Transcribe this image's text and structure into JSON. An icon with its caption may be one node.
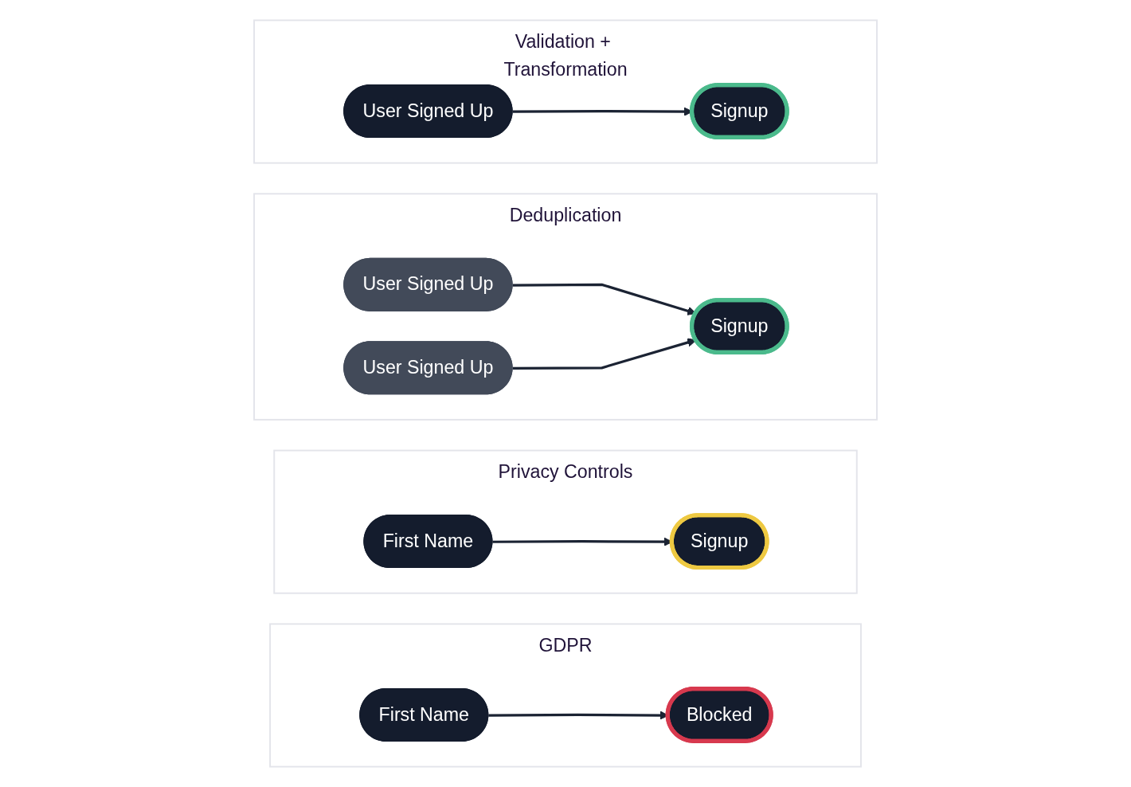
{
  "diagram": {
    "nodes": [
      {
        "text": [
          "Validation + Transformation"
        ]
      },
      {
        "text": [
          "User Signed Up"
        ],
        "in": 0
      },
      {
        "text": [
          "Signup"
        ],
        "in": 0
      },
      {
        "text": [
          "Deduplication"
        ]
      },
      {
        "text": [
          "User Signed Up"
        ],
        "in": 3
      },
      {
        "text": [
          "User Signed Up"
        ],
        "in": 3
      },
      {
        "text": [
          "Signup"
        ],
        "in": 3
      },
      {
        "text": [
          "Privacy Controls"
        ]
      },
      {
        "text": [
          "First Name"
        ],
        "in": 7
      },
      {
        "text": [
          "Signup"
        ],
        "in": 7
      },
      {
        "text": [
          "GDPR"
        ]
      },
      {
        "text": [
          "First Name"
        ],
        "in": 10
      },
      {
        "text": [
          "Blocked"
        ],
        "in": 10
      }
    ],
    "edges": [
      {
        "from": 1,
        "to": 2,
        "arrow": "to"
      },
      {
        "from": 4,
        "to": 6,
        "arrow": "to"
      },
      {
        "from": 5,
        "to": 6,
        "arrow": "to"
      },
      {
        "from": 8,
        "to": 9,
        "arrow": "to"
      },
      {
        "from": 11,
        "to": 12,
        "arrow": "to"
      }
    ]
  }
}
